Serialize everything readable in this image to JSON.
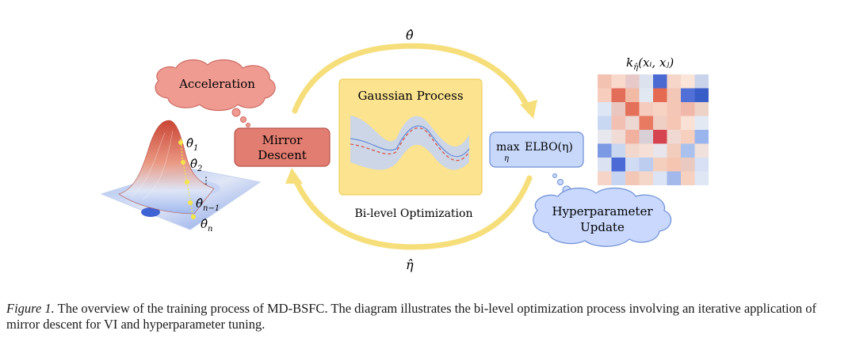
{
  "figure": {
    "labels": {
      "theta_hat": "θ̂",
      "eta_hat": "η̂",
      "kernel": "k",
      "kernel_sub": "η̂",
      "kernel_args": "(xᵢ, xⱼ)",
      "acceleration": "Acceleration",
      "mirror_line1": "Mirror",
      "mirror_line2": "Descent",
      "gp_title": "Gaussian Process",
      "bilevel": "Bi-level Optimization",
      "max": "max",
      "max_sub": "η",
      "elbo": "ELBO(η)",
      "hyper_line1": "Hyperparameter",
      "hyper_line2": "Update",
      "iterates": [
        "θ̂",
        "θ̂",
        "θ̂",
        "θ̂"
      ],
      "iterate_subs": [
        "1",
        "2",
        "n−1",
        "n"
      ],
      "vdots": "⋮"
    },
    "colors": {
      "cycle_arrow": "#f6de7a",
      "gp_panel": "#fbe38f",
      "gp_panel_border": "#efcf5b",
      "mirror_box": "#e27d71",
      "mirror_border": "#b95248",
      "elbo_box": "#c8d8fb",
      "elbo_border": "#6d8fd6",
      "cloud_red": "#ef9b92",
      "cloud_blue": "#c9d8fc"
    },
    "heatmap_grid": {
      "rows": 8,
      "cols": 8,
      "cells": [
        [
          "#f4c2b1",
          "#f9d9cc",
          "#e7c9c9",
          "#dde3ee",
          "#4a6ad2",
          "#f5d6c8",
          "#fbe4d8",
          "#c9d3ea"
        ],
        [
          "#f7cdbd",
          "#e26d58",
          "#f2b9a5",
          "#e1e8f2",
          "#e46b52",
          "#f3c7b8",
          "#5070d8",
          "#3a5ec8"
        ],
        [
          "#dce6f5",
          "#e9c6bf",
          "#e4705a",
          "#f5cbbd",
          "#f7d3c3",
          "#f4c6b6",
          "#f0b8a8",
          "#edd2c8"
        ],
        [
          "#c9d8f2",
          "#f2c0b3",
          "#ecd7d2",
          "#e87a62",
          "#efcfc4",
          "#f6c6b4",
          "#f9e1d5",
          "#e3e9f3"
        ],
        [
          "#e7e7ee",
          "#f0dcd4",
          "#f2b09e",
          "#d9cfd6",
          "#d6454f",
          "#f0d9d2",
          "#f6cfbf",
          "#9ab5ee"
        ],
        [
          "#7c9ae3",
          "#c9d6f0",
          "#f2d7cc",
          "#f5dfd6",
          "#e8e5ec",
          "#f2ccbd",
          "#aac1ee",
          "#f0e1dc"
        ],
        [
          "#dbe3f2",
          "#4b6ad5",
          "#d0dcf4",
          "#bccdf0",
          "#f4cfbe",
          "#f6c5b2",
          "#e9c9c0",
          "#d7e0f4"
        ],
        [
          "#f6d5c8",
          "#c6d4f2",
          "#f3c7b6",
          "#f5d7ca",
          "#dbe4f4",
          "#a3b9ec",
          "#f7d1c0",
          "#dfe6f4"
        ]
      ]
    }
  },
  "caption": {
    "label": "Figure 1.",
    "text": " The overview of the training process of MD-BSFC. The diagram illustrates the bi-level optimization process involving an iterative application of mirror descent for VI and hyperparameter tuning."
  }
}
